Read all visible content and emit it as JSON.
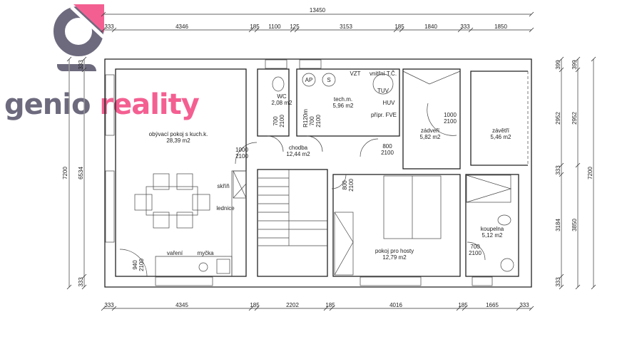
{
  "logo": {
    "word1": "genio",
    "word2": "reality",
    "grey": "#6d6a7e",
    "pink": "#f45f92"
  },
  "dimensions": {
    "top_total": "13450",
    "top": [
      "333",
      "4346",
      "185",
      "1100",
      "125",
      "3153",
      "185",
      "1840",
      "333",
      "1850"
    ],
    "bottom": [
      "333",
      "4345",
      "185",
      "2202",
      "185",
      "4016",
      "185",
      "1665",
      "333"
    ],
    "left_total": "7200",
    "left": [
      "333",
      "6534",
      "333"
    ],
    "right_inner": [
      "399",
      "2952",
      "333",
      "3184",
      "333"
    ],
    "right_middle": [
      "399",
      "2952",
      "3850"
    ],
    "right_total": "7200"
  },
  "rooms": {
    "living": {
      "name": "obývací pokoj s kuch.k.",
      "area": "28,39 m2"
    },
    "wc": {
      "name": "WC",
      "area": "2,08 m2"
    },
    "tech": {
      "name": "tech.m.",
      "area": "5,96 m2"
    },
    "hall": {
      "name": "chodba",
      "area": "12,44 m2"
    },
    "vestibule": {
      "name": "zádveří",
      "area": "5,82 m2"
    },
    "porch": {
      "name": "závětří",
      "area": "5,46 m2"
    },
    "guest": {
      "name": "pokoj pro hosty",
      "area": "12,79 m2"
    },
    "bath": {
      "name": "koupelna",
      "area": "5,12 m2"
    }
  },
  "labels": {
    "wardrobe": "skříň",
    "fridge": "lednice",
    "cooking": "vaření",
    "dishwasher": "myčka",
    "ap": "AP",
    "s": "S",
    "vzt": "VZT",
    "heat_pump": "vnitřní T.Č.",
    "tuv": "TUV",
    "huv": "HUV",
    "fve": "přípr. FVE",
    "r120": "R120m"
  },
  "doors": {
    "d1000a": [
      "1000",
      "2100"
    ],
    "d700wc": [
      "700",
      "2100"
    ],
    "d700tech": [
      "700",
      "2100"
    ],
    "d800hall": [
      "800",
      "2100"
    ],
    "d1000b": [
      "1000",
      "2100"
    ],
    "d800guest": [
      "800",
      "2100"
    ],
    "d700bath": [
      "700",
      "2100"
    ],
    "d940": [
      "940",
      "2100"
    ]
  }
}
